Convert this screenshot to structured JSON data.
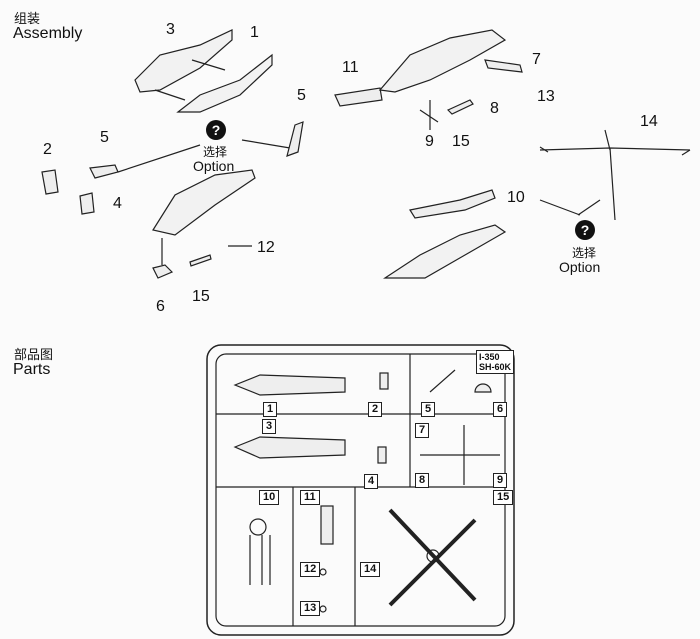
{
  "assembly": {
    "title_cn": "组装",
    "title_en": "Assembly",
    "option_left": {
      "icon": "question-icon",
      "symbol": "?",
      "label_cn": "选择",
      "label_en": "Option"
    },
    "option_right": {
      "icon": "question-icon",
      "symbol": "?",
      "label_cn": "选择",
      "label_en": "Option"
    },
    "callouts_left": [
      "3",
      "1",
      "5",
      "2",
      "4",
      "5",
      "12",
      "15",
      "6"
    ],
    "callouts_right": [
      "11",
      "7",
      "13",
      "8",
      "9",
      "15",
      "14",
      "10"
    ]
  },
  "parts": {
    "title_cn": "部品图",
    "title_en": "Parts",
    "sprue_code": "I-350",
    "sprue_model": "SH-60K",
    "numbers": [
      "1",
      "2",
      "3",
      "4",
      "5",
      "6",
      "7",
      "8",
      "9",
      "10",
      "11",
      "12",
      "13",
      "14",
      "15"
    ]
  }
}
